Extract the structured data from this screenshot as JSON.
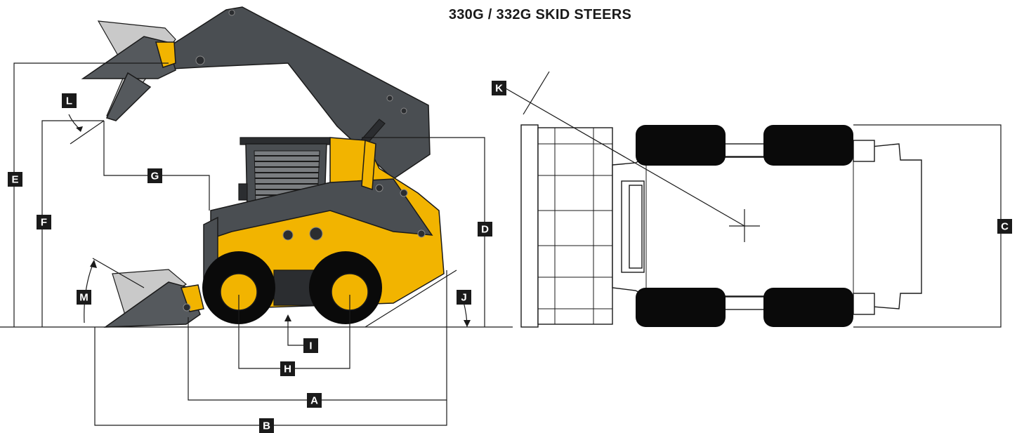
{
  "title": "330G / 332G SKID STEERS",
  "labels": {
    "A": "A",
    "B": "B",
    "C": "C",
    "D": "D",
    "E": "E",
    "F": "F",
    "G": "G",
    "H": "H",
    "I": "I",
    "J": "J",
    "K": "K",
    "L": "L",
    "M": "M"
  },
  "colors": {
    "machine_yellow": "#f2b400",
    "arm_gray": "#4a4e52",
    "line_black": "#1a1a1a"
  }
}
